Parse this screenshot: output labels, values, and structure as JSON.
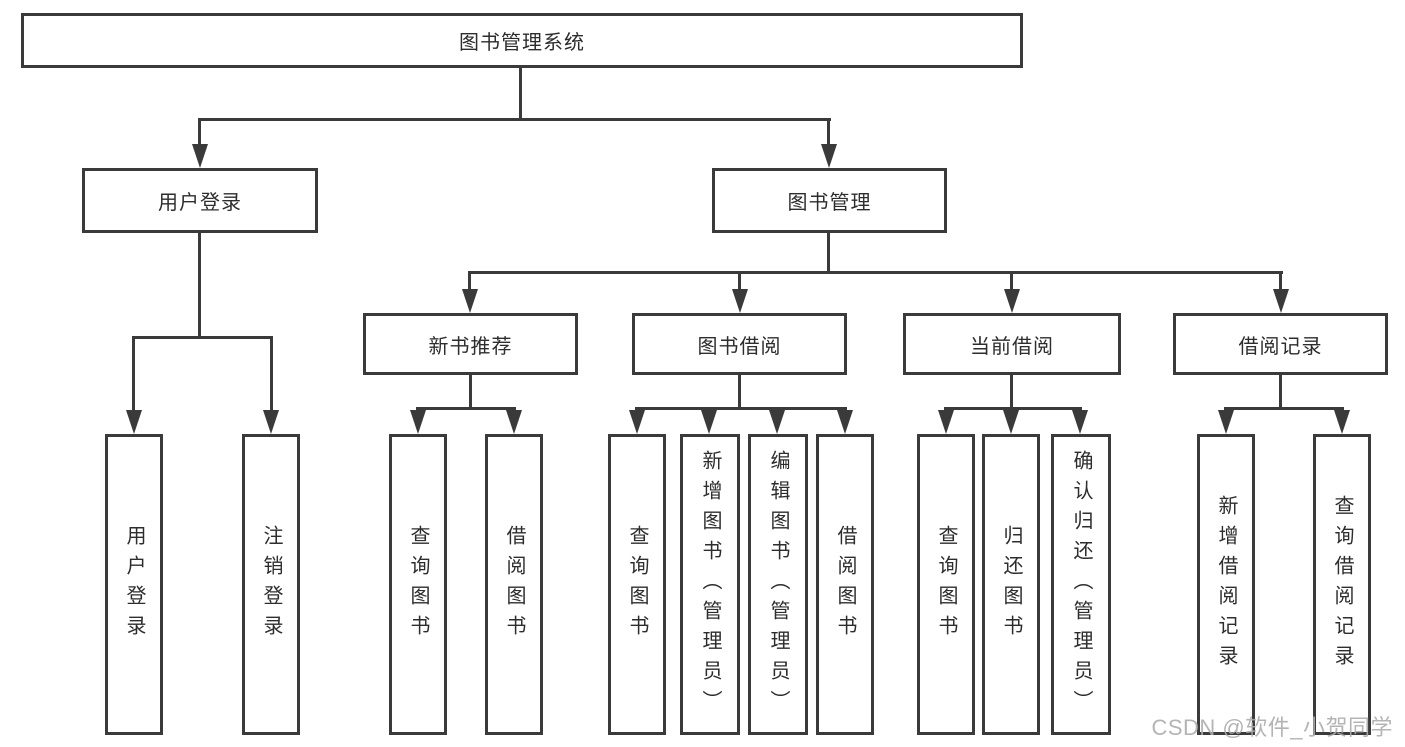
{
  "diagram": {
    "root": {
      "label": "图书管理系统"
    },
    "level2": [
      {
        "label": "用户登录"
      },
      {
        "label": "图书管理"
      }
    ],
    "level3": [
      {
        "label": "新书推荐"
      },
      {
        "label": "图书借阅"
      },
      {
        "label": "当前借阅"
      },
      {
        "label": "借阅记录"
      }
    ],
    "leaves": [
      {
        "label": "用户登录",
        "parent": "用户登录"
      },
      {
        "label": "注销登录",
        "parent": "用户登录"
      },
      {
        "label": "查询图书",
        "parent": "新书推荐"
      },
      {
        "label": "借阅图书",
        "parent": "新书推荐"
      },
      {
        "label": "查询图书",
        "parent": "图书借阅"
      },
      {
        "label": "新增图书（管理员）",
        "parent": "图书借阅"
      },
      {
        "label": "编辑图书（管理员）",
        "parent": "图书借阅"
      },
      {
        "label": "借阅图书",
        "parent": "图书借阅"
      },
      {
        "label": "查询图书",
        "parent": "当前借阅"
      },
      {
        "label": "归还图书",
        "parent": "当前借阅"
      },
      {
        "label": "确认归还（管理员）",
        "parent": "当前借阅"
      },
      {
        "label": "新增借阅记录",
        "parent": "借阅记录"
      },
      {
        "label": "查询借阅记录",
        "parent": "借阅记录"
      }
    ],
    "watermark": "CSDN @软件_小贺同学",
    "colors": {
      "line": "#3a3a3a",
      "text": "#2d2d2d",
      "watermark": "#acacac",
      "background": "#ffffff"
    }
  }
}
